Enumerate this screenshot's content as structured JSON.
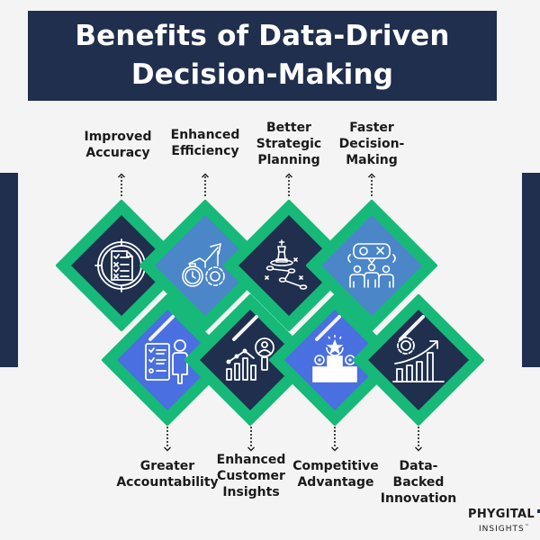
{
  "title": {
    "line1": "Benefits of Data-Driven",
    "line2": "Decision-Making"
  },
  "colors": {
    "navy": "#1f2f4d",
    "green": "#17b978",
    "light_blue": "#4a86c8",
    "royal_blue": "#4a6fe0",
    "background": "#f4f4f4",
    "text": "#1a1a1a"
  },
  "top_row": [
    {
      "label_lines": [
        "Improved",
        "Accuracy"
      ],
      "icon": "target-checklist-icon",
      "fill": "navy"
    },
    {
      "label_lines": [
        "Enhanced",
        "Efficiency"
      ],
      "icon": "stopwatch-gear-growth-icon",
      "fill": "light_blue"
    },
    {
      "label_lines": [
        "Better",
        "Strategic",
        "Planning"
      ],
      "icon": "chess-strategy-icon",
      "fill": "navy"
    },
    {
      "label_lines": [
        "Faster",
        "Decision-",
        "Making"
      ],
      "icon": "team-decision-icon",
      "fill": "light_blue"
    }
  ],
  "bottom_row": [
    {
      "label_lines": [
        "Greater",
        "Accountability"
      ],
      "icon": "checklist-person-icon",
      "fill": "royal_blue"
    },
    {
      "label_lines": [
        "Enhanced",
        "Customer",
        "Insights"
      ],
      "icon": "customer-analytics-icon",
      "fill": "navy"
    },
    {
      "label_lines": [
        "Competitive",
        "Advantage"
      ],
      "icon": "podium-star-icon",
      "fill": "royal_blue"
    },
    {
      "label_lines": [
        "Data-",
        "Backed",
        "Innovation"
      ],
      "icon": "gear-growth-chart-icon",
      "fill": "navy"
    }
  ],
  "labels": {
    "t0": "Improved",
    "t0b": "Accuracy",
    "t1": "Enhanced",
    "t1b": "Efficiency",
    "t2": "Better",
    "t2b": "Strategic",
    "t2c": "Planning",
    "t3": "Faster",
    "t3b": "Decision-",
    "t3c": "Making",
    "b0": "Greater",
    "b0b": "Accountability",
    "b1": "Enhanced",
    "b1b": "Customer",
    "b1c": "Insights",
    "b2": "Competitive",
    "b2b": "Advantage",
    "b3": "Data-",
    "b3b": "Backed",
    "b3c": "Innovation"
  },
  "brand": {
    "name": "PHYGITAL",
    "sub": "INSIGHTS",
    "tm": "™"
  }
}
